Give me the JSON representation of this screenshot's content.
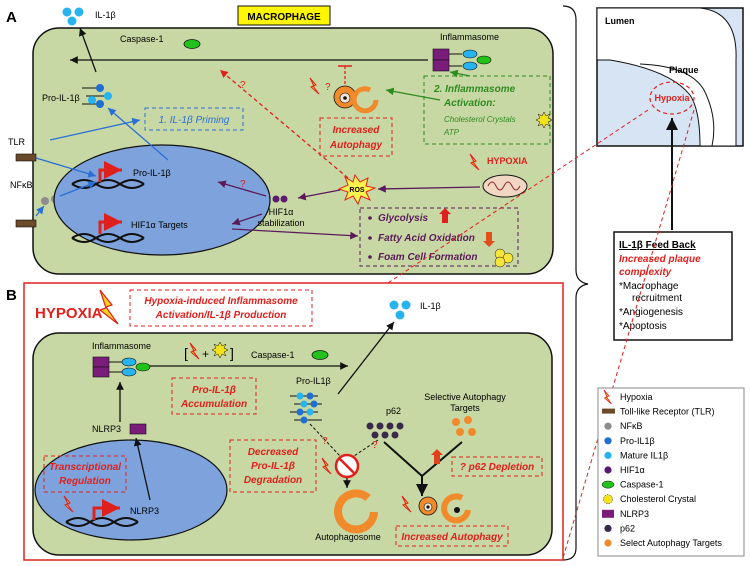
{
  "panel_a": {
    "letter": "A",
    "title": "MACROPHAGE",
    "il1b": "IL-1β",
    "caspase1": "Caspase-1",
    "inflammasome": "Inflammasome",
    "pro_il1b": "Pro-IL-1β",
    "priming": "1. IL-1β Priming",
    "tlr": "TLR",
    "nfkb": "NFκB",
    "nucleus_pro_il1b": "Pro-IL-1β",
    "hif_targets": "HIF1α Targets",
    "hif_line1": "HIF1α",
    "hif_line2": "stabilization",
    "qmark1": "?",
    "qmark2": "?",
    "qmark3": "?",
    "ros": "ROS",
    "hypoxia": "HYPOXIA",
    "autophagy_line1": "Increased",
    "autophagy_line2": "Autophagy",
    "activation_title1": "2. Inflammasome",
    "activation_title2": "Activation:",
    "cholesterol": "Cholesterol Crystals",
    "atp": "ATP",
    "glycolysis": "Glycolysis",
    "fatty": "Fatty Acid Oxidation",
    "foam": "Foam Cell Formation"
  },
  "plaque": {
    "lumen": "Lumen",
    "plaque": "Plaque",
    "hypoxia": "Hypoxia"
  },
  "feedback": {
    "title": "IL-1β Feed Back",
    "line1": "Increased plaque",
    "line2": "complexity",
    "item1a": "*Macrophage",
    "item1b": "recruitment",
    "item2": "*Angiogenesis",
    "item3": "*Apoptosis"
  },
  "panel_b": {
    "letter": "B",
    "hypoxia": "HYPOXIA",
    "induced1": "Hypoxia-induced Inflammasome",
    "induced2": "Activation/IL-1β Production",
    "il1b": "IL-1β",
    "inflammasome": "Inflammasome",
    "caspase1": "Caspase-1",
    "bracket": "[",
    "bracket_close": "]",
    "plus": "+",
    "pro_il1b": "Pro-IL1β",
    "p62": "p62",
    "selective1": "Selective Autophagy",
    "selective2": "Targets",
    "accum1": "Pro-IL-1β",
    "accum2": "Accumulation",
    "nlrp3": "NLRP3",
    "transcript1": "Transcriptional",
    "transcript2": "Regulation",
    "nucleus_nlrp3": "NLRP3",
    "decreased1": "Decreased",
    "decreased2": "Pro-IL-1β",
    "decreased3": "Degradation",
    "qmark1": "?",
    "qmark2": "?",
    "p62_depletion": "? p62 Depletion",
    "autophagosome": "Autophagosome",
    "increased_autophagy": "Increased Autophagy"
  },
  "legend": {
    "items": [
      {
        "icon": "lightning",
        "label": "Hypoxia"
      },
      {
        "icon": "tlr-bar",
        "label": "Toll-like Receptor (TLR)"
      },
      {
        "icon": "dot",
        "color": "#8c8c8c",
        "label": "NFκB"
      },
      {
        "icon": "dot",
        "color": "#1f6fd0",
        "label": "Pro-IL1β"
      },
      {
        "icon": "dot",
        "color": "#27b4ee",
        "label": "Mature IL1β"
      },
      {
        "icon": "dot",
        "color": "#5b1a6e",
        "label": "HIF1α"
      },
      {
        "icon": "ellipse",
        "color": "#22c21a",
        "label": "Caspase-1"
      },
      {
        "icon": "star",
        "color": "#f4e21c",
        "label": "Cholesterol Crystal"
      },
      {
        "icon": "rect",
        "color": "#7a1d7a",
        "label": "NLRP3"
      },
      {
        "icon": "dot",
        "color": "#3a2a4a",
        "label": "p62"
      },
      {
        "icon": "dot",
        "color": "#f08a2a",
        "label": "Select Autophagy Targets"
      }
    ]
  },
  "colors": {
    "cell_fill": "#c8d8a4",
    "nucleus_fill": "#7ea3dc",
    "red": "#e0201c",
    "purple": "#5a1a5a",
    "green": "#2e8b1e",
    "blue": "#2a6fd6"
  }
}
